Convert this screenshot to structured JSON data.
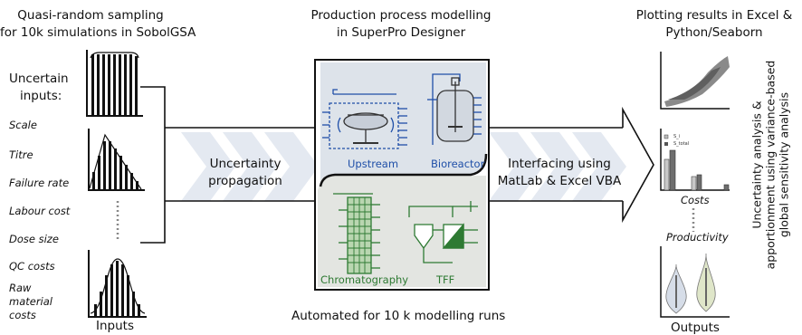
{
  "headings": {
    "left": [
      "Quasi-random sampling",
      "for 10k simulations in SobolGSA"
    ],
    "center": [
      "Production process modelling",
      "in SuperPro Designer"
    ],
    "right": [
      "Plotting results in Excel &",
      "Python/Seaborn"
    ]
  },
  "inputs": {
    "title": [
      "Uncertain",
      "inputs:"
    ],
    "items": [
      "Scale",
      "Titre",
      "Failure rate",
      "Labour cost",
      "Dose size",
      "QC costs",
      "Raw",
      "material",
      "costs"
    ],
    "footer": "Inputs"
  },
  "arrows": {
    "left_label": [
      "Uncertainty",
      "propagation"
    ],
    "right_label": [
      "Interfacing using",
      "MatLab & Excel VBA"
    ]
  },
  "process": {
    "upstream": "Upstream",
    "bioreactor": "Bioreactor",
    "chromatography": "Chromatography",
    "tff": "TFF",
    "footer": "Automated for 10 k modelling runs"
  },
  "outputs": {
    "costs_label": "Costs",
    "productivity_label": "Productivity",
    "legend": [
      "S_i",
      "S_total"
    ],
    "footer": "Outputs",
    "side_text": [
      "Uncertainty analysis &",
      "apportionment using variance-based",
      "global sensitivity analysis"
    ]
  },
  "colors": {
    "blue": "#1f4fa8",
    "green": "#2e7a33",
    "panel_top": "#dde3ea",
    "panel_bottom": "#e3e5e1",
    "chevron": "#e4e9f1"
  }
}
